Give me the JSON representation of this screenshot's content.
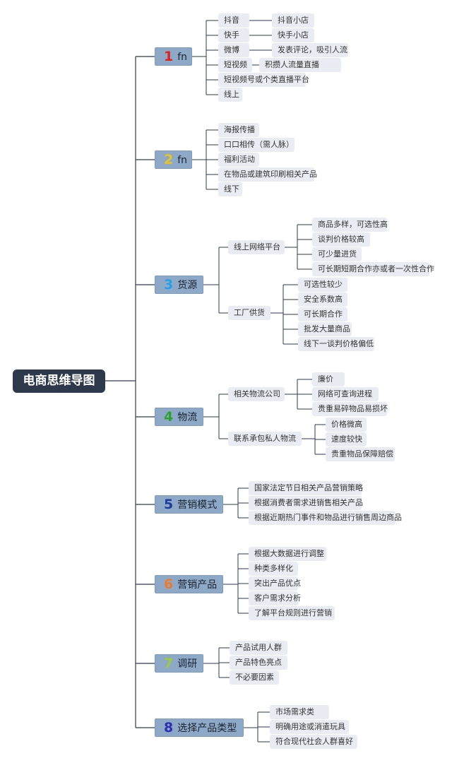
{
  "title": "电商思维导图",
  "colors": {
    "line": "#2e3a4b",
    "branch_fill": "#8ea9c8",
    "sub_fill": "#e9edf3"
  },
  "branches": [
    {
      "num": "1",
      "num_color": "#e02121",
      "label": "fn",
      "items": [
        {
          "text": "抖音",
          "children": [
            "抖音小店"
          ]
        },
        {
          "text": "快手",
          "children": [
            "快手小店"
          ]
        },
        {
          "text": "微博",
          "children": [
            "发表评论，吸引人流"
          ]
        },
        {
          "text": "短视频",
          "children": [
            "积攒人流量直播"
          ]
        },
        {
          "text": "短视频号或个类直播平台",
          "children": []
        },
        {
          "text": "线上",
          "children": []
        }
      ]
    },
    {
      "num": "2",
      "num_color": "#e8c420",
      "label": "fn",
      "items": [
        {
          "text": "海报传播",
          "children": []
        },
        {
          "text": "口口相传（需人脉）",
          "children": []
        },
        {
          "text": "福利活动",
          "children": []
        },
        {
          "text": "在物品或建筑印刷相关产品",
          "children": []
        },
        {
          "text": "线下",
          "children": []
        }
      ]
    },
    {
      "num": "3",
      "num_color": "#27a0e8",
      "label": "货源",
      "items": [
        {
          "text": "线上网络平台",
          "children": [
            "商品多样，可选性高",
            "谈判价格较高",
            "可少量进货",
            "可长期短期合作亦或者一次性合作"
          ]
        },
        {
          "text": "工厂供货",
          "children": [
            "可选性较少",
            "安全系数高",
            "可长期合作",
            "批发大量商品",
            "线下一谈判价格偏低"
          ]
        }
      ]
    },
    {
      "num": "4",
      "num_color": "#2ea12e",
      "label": "物流",
      "items": [
        {
          "text": "相关物流公司",
          "children": [
            "廉价",
            "网络可查询进程",
            "贵重易碎物品易损坏"
          ]
        },
        {
          "text": "联系承包私人物流",
          "children": [
            "价格微高",
            "速度较快",
            "贵重物品保障赔偿"
          ]
        }
      ]
    },
    {
      "num": "5",
      "num_color": "#1f3b9c",
      "label": "营销模式",
      "items": [
        {
          "text": "国家法定节日相关产品营销策略",
          "children": []
        },
        {
          "text": "根据消费者需求进销售相关产品",
          "children": []
        },
        {
          "text": "根据近期热门事件和物品进行销售周边商品",
          "children": []
        }
      ]
    },
    {
      "num": "6",
      "num_color": "#ef7a2a",
      "label": "营销产品",
      "items": [
        {
          "text": "根据大数据进行调整",
          "children": []
        },
        {
          "text": "种类多样化",
          "children": []
        },
        {
          "text": "突出产品优点",
          "children": []
        },
        {
          "text": "客户需求分析",
          "children": []
        },
        {
          "text": "了解平台规则进行营销",
          "children": []
        }
      ]
    },
    {
      "num": "7",
      "num_color": "#9ccc3a",
      "label": "调研",
      "items": [
        {
          "text": "产品试用人群",
          "children": []
        },
        {
          "text": "产品特色亮点",
          "children": []
        },
        {
          "text": "不必要因素",
          "children": []
        }
      ]
    },
    {
      "num": "8",
      "num_color": "#2a2fb3",
      "label": "选择产品类型",
      "items": [
        {
          "text": "市场需求类",
          "children": []
        },
        {
          "text": "明确用途或消遣玩具",
          "children": []
        },
        {
          "text": "符合现代社会人群喜好",
          "children": []
        }
      ]
    }
  ]
}
